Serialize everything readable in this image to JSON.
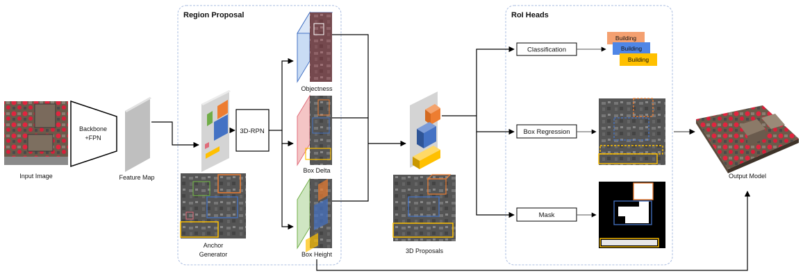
{
  "labels": {
    "input_image": "Input Image",
    "backbone_line1": "Backbone",
    "backbone_line2": "+FPN",
    "feature_map": "Feature Map",
    "region_proposal": "Region Proposal",
    "rpn": "3D-RPN",
    "anchor_line1": "Anchor",
    "anchor_line2": "Generator",
    "objectness": "Objectness",
    "box_delta": "Box Delta",
    "box_height": "Box Height",
    "proposals": "3D Proposals",
    "roi_heads": "RoI Heads",
    "classification": "Classification",
    "box_regression": "Box Regression",
    "mask": "Mask",
    "output_model": "Output Model"
  },
  "class_tags": [
    "Building",
    "Building",
    "Building"
  ],
  "colors": {
    "orange": "#ED7D31",
    "blue": "#4472C4",
    "yellow": "#FFC000",
    "green": "#70AD47",
    "pink": "#E06C7A",
    "region_border": "#A9BCE0",
    "building_red": "#E0253F",
    "aerial_gray": "#5a5a5a"
  }
}
